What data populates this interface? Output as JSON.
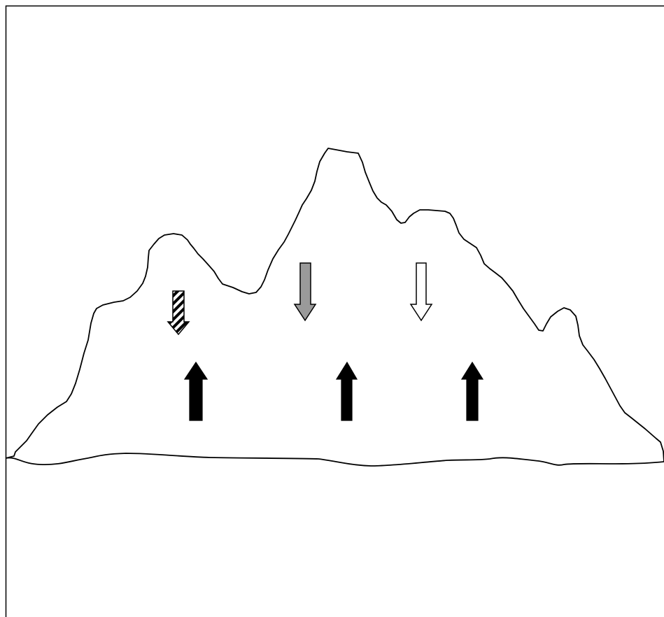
{
  "diagram": {
    "background_color": "#ffffff",
    "outline_color": "#000000",
    "arrows": {
      "hatched_down": {
        "direction": "down",
        "fill": "hatched",
        "color": "#000000"
      },
      "gray_down": {
        "direction": "down",
        "fill": "solid",
        "color": "#9a9a9a"
      },
      "white_down": {
        "direction": "down",
        "fill": "outline",
        "color": "#ffffff"
      },
      "black_up_left": {
        "direction": "up",
        "fill": "solid",
        "color": "#000000"
      },
      "black_up_middle": {
        "direction": "up",
        "fill": "solid",
        "color": "#000000"
      },
      "black_up_right": {
        "direction": "up",
        "fill": "solid",
        "color": "#000000"
      }
    }
  }
}
